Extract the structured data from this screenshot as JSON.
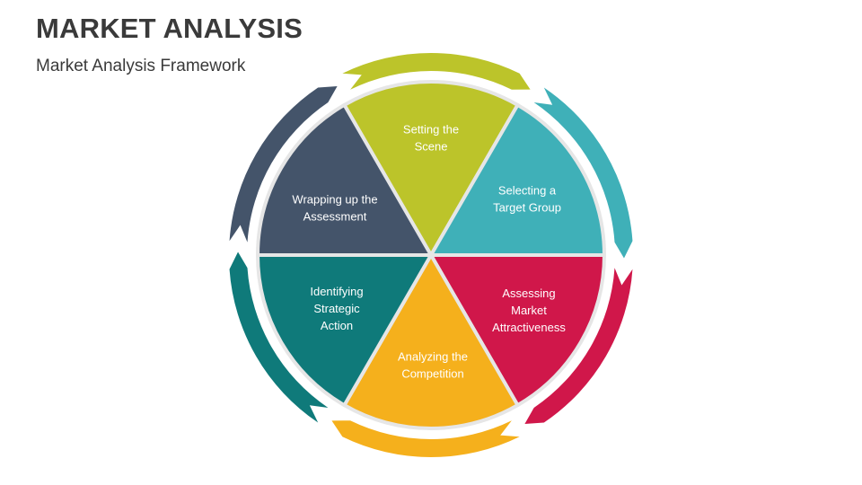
{
  "header": {
    "title": "MARKET ANALYSIS",
    "subtitle": "Market Analysis Framework"
  },
  "segments": [
    {
      "lines": [
        "Setting the",
        "Scene"
      ],
      "color": "#bcc42a"
    },
    {
      "lines": [
        "Selecting a",
        "Target Group"
      ],
      "color": "#3fb0b8"
    },
    {
      "lines": [
        "Assessing",
        "Market",
        "Attractiveness"
      ],
      "color": "#d0174a"
    },
    {
      "lines": [
        "Analyzing the",
        "Competition"
      ],
      "color": "#f5b01c"
    },
    {
      "lines": [
        "Identifying",
        "Strategic",
        "Action"
      ],
      "color": "#0f7a7a"
    },
    {
      "lines": [
        "Wrapping up the",
        "Assessment"
      ],
      "color": "#44546a"
    }
  ]
}
